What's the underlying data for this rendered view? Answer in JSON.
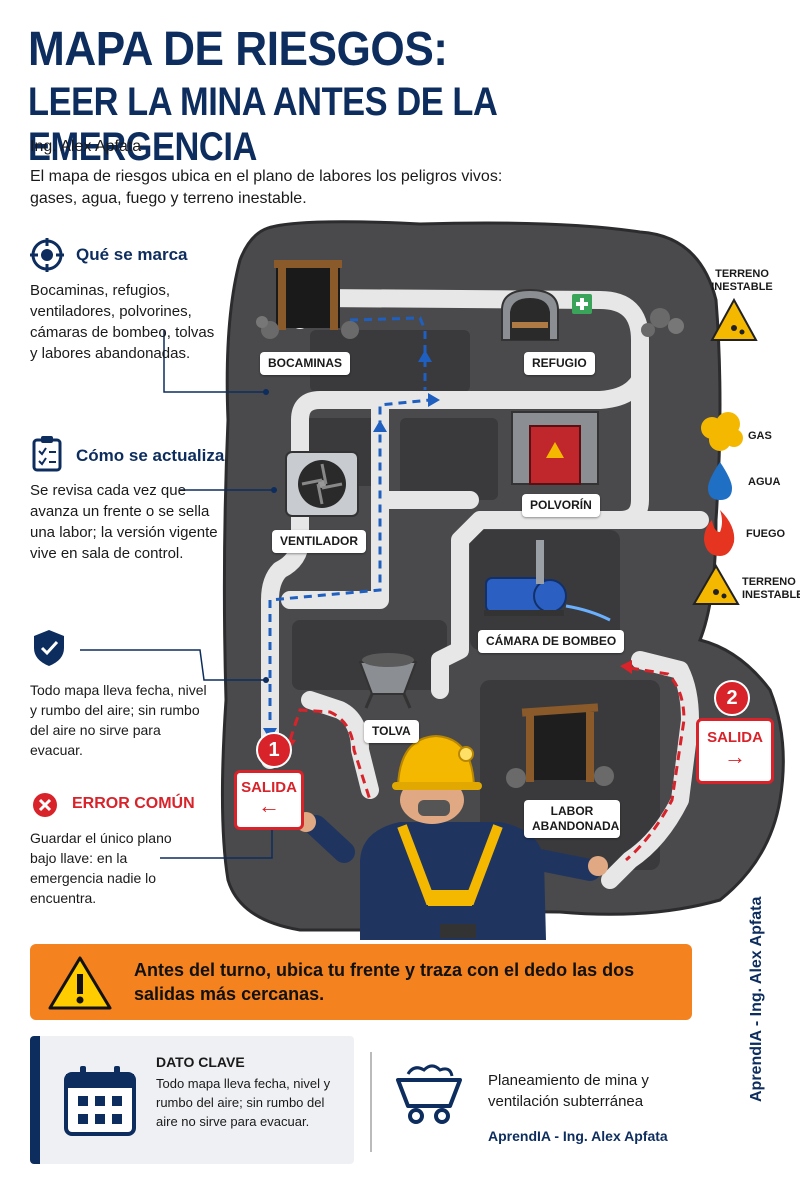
{
  "header": {
    "title_line1": "MAPA DE RIESGOS:",
    "title_line2": "LEER LA MINA ANTES DE LA EMERGENCIA",
    "author": "Ing. Alex Apfata",
    "intro": "El mapa de riesgos ubica en el plano de labores los peligros vivos: gases, agua, fuego y terreno inestable."
  },
  "sections": {
    "que_se_marca": {
      "heading": "Qué se marca",
      "text": "Bocaminas, refugios, ventiladores, polvorines, cámaras de bombeo, tolvas y labores abandonadas.",
      "icon": "target-icon"
    },
    "como_se_actualiza": {
      "heading": "Cómo se actualiza",
      "text": "Se revisa cada vez que avanza un frente o se sella una labor; la versión vigente vive en sala de control.",
      "icon": "clipboard-icon"
    },
    "fecha": {
      "text": "Todo mapa lleva fecha, nivel y rumbo del aire; sin rumbo del aire no sirve para evacuar.",
      "icon": "shield-check-icon"
    },
    "error_comun": {
      "heading": "ERROR COMÚN",
      "text": "Guardar el único plano bajo llave: en la emergencia nadie lo encuentra.",
      "icon": "x-circle-icon"
    }
  },
  "map": {
    "labels": {
      "bocaminas": "BOCAMINAS",
      "refugio": "REFUGIO",
      "ventilador": "VENTILADOR",
      "polvorin": "POLVORÍN",
      "camara": "CÁMARA DE BOMBEO",
      "tolva": "TOLVA",
      "labor": "LABOR ABANDONADA",
      "terreno_top": "TERRENO INESTABLE"
    },
    "exits": [
      {
        "number": "1",
        "label": "SALIDA",
        "arrow": "←"
      },
      {
        "number": "2",
        "label": "SALIDA",
        "arrow": "→"
      }
    ],
    "legend": [
      {
        "label": "GAS",
        "icon": "gas-cloud-icon",
        "color": "#f5b800"
      },
      {
        "label": "AGUA",
        "icon": "water-drop-icon",
        "color": "#1f6fc5"
      },
      {
        "label": "FUEGO",
        "icon": "fire-icon",
        "color": "#e53420"
      },
      {
        "label": "TERRENO INESTABLE",
        "icon": "rockfall-warning-icon",
        "color": "#f5b800"
      }
    ]
  },
  "banner": {
    "text": "Antes del turno, ubica tu frente y traza con el dedo las dos salidas más cercanas."
  },
  "dato_clave": {
    "heading": "DATO CLAVE",
    "text": "Todo mapa lleva fecha, nivel y rumbo del aire; sin rumbo del aire no sirve para evacuar."
  },
  "footer": {
    "subject": "Planeamiento de mina y ventilación subterránea",
    "brand": "AprendIA - Ing. Alex Apfata",
    "vertical": "AprendIA - Ing. Alex Apfata"
  },
  "colors": {
    "navy": "#0d2d5e",
    "red": "#d8232a",
    "orange": "#f4821f",
    "rock": "#4a4a4c"
  }
}
